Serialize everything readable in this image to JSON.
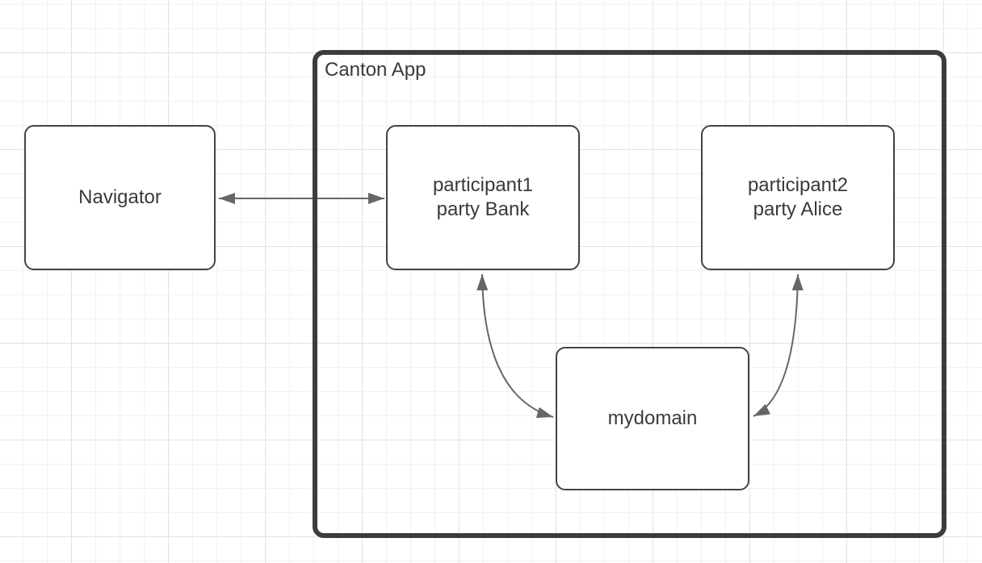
{
  "diagram": {
    "kind": "architecture-diagram",
    "container": {
      "label": "Canton App"
    },
    "nodes": {
      "navigator": {
        "label_lines": [
          "Navigator"
        ]
      },
      "participant1": {
        "label_lines": [
          "participant1",
          "party Bank"
        ]
      },
      "participant2": {
        "label_lines": [
          "participant2",
          "party Alice"
        ]
      },
      "mydomain": {
        "label_lines": [
          "mydomain"
        ]
      }
    },
    "edges": [
      {
        "from": "navigator",
        "to": "participant1",
        "style": "straight",
        "arrows": "both"
      },
      {
        "from": "participant1",
        "to": "mydomain",
        "style": "curved",
        "arrows": "both"
      },
      {
        "from": "participant2",
        "to": "mydomain",
        "style": "curved",
        "arrows": "both"
      }
    ],
    "colors": {
      "background": "#ffffff",
      "grid_minor": "#f1f1f1",
      "grid_major": "#e2e2e2",
      "node_fill": "#ffffff",
      "node_border": "#434343",
      "container_border": "#3c3c3c",
      "edge": "#666666",
      "text": "#3a3a3a"
    }
  }
}
